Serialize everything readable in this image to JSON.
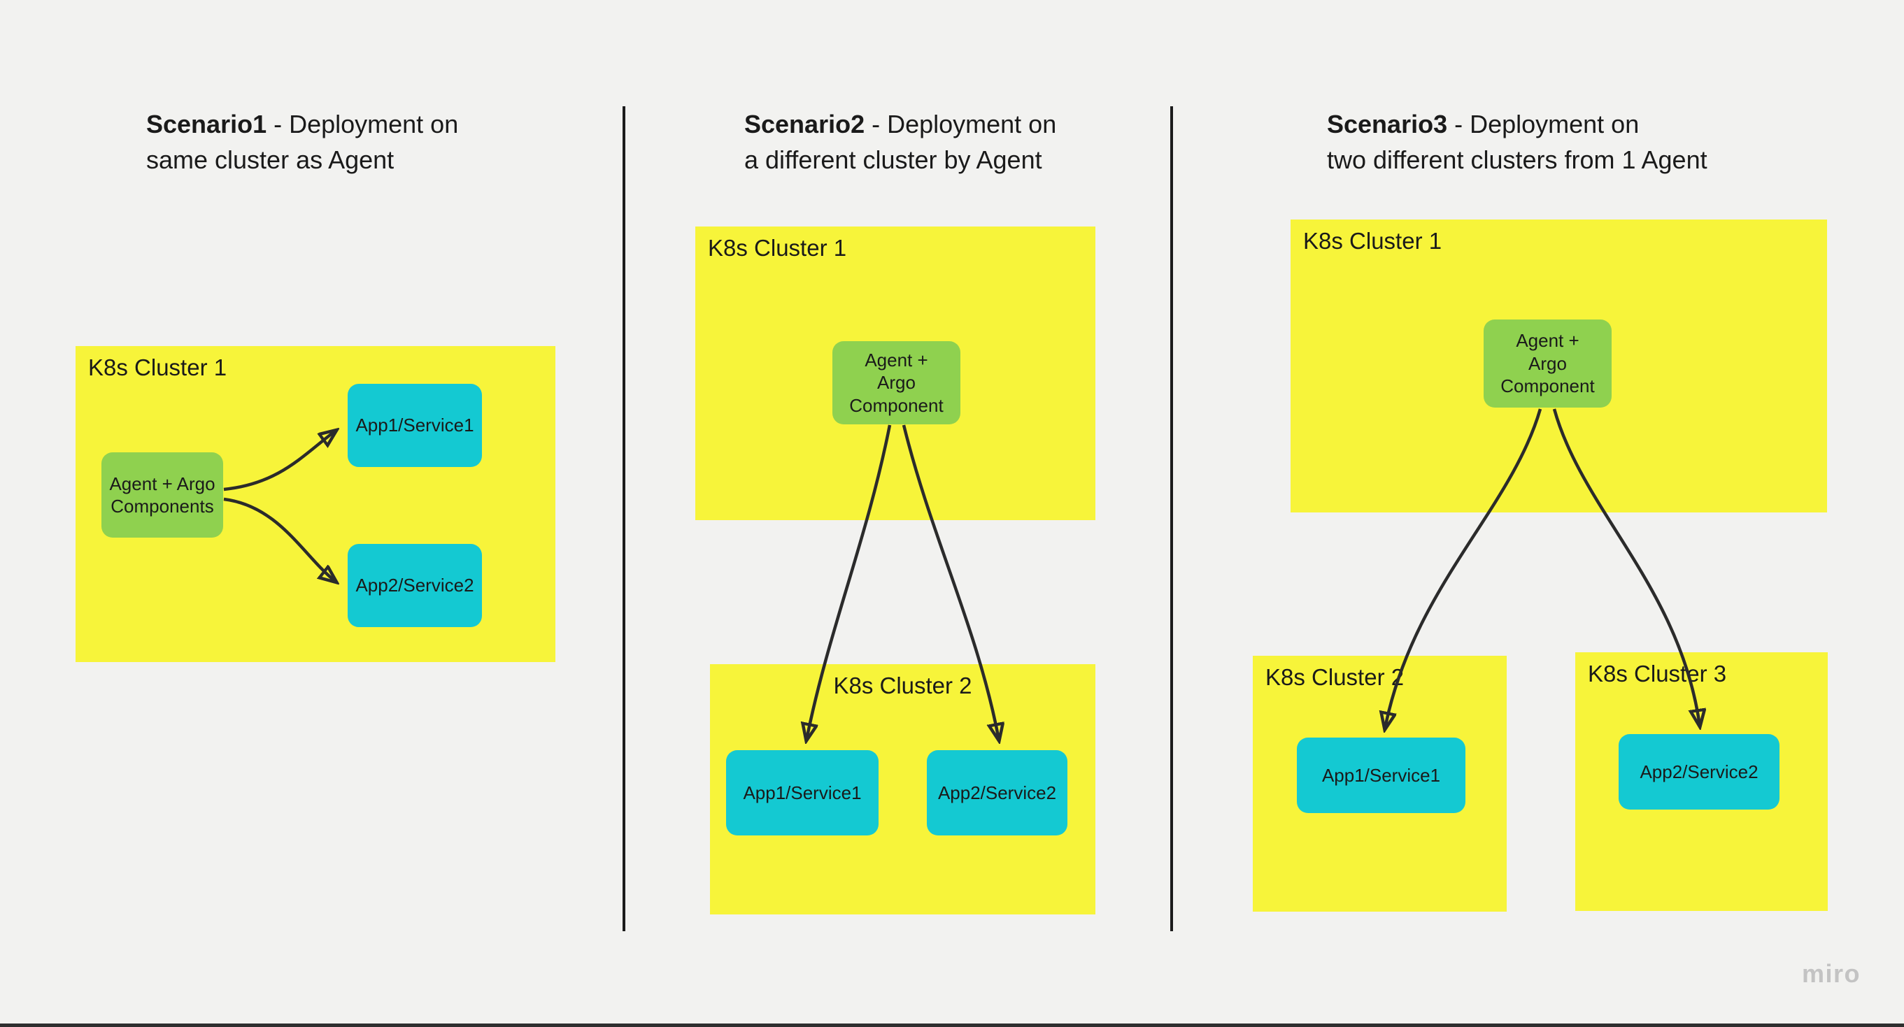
{
  "colors": {
    "background": "#f2f2f0",
    "cluster_fill": "#f7f43a",
    "agent_fill": "#8fd14f",
    "app_fill": "#14c9d2",
    "arrow": "#2b2b2b",
    "divider": "#1c1c1c",
    "text": "#1a1a1a",
    "watermark": "#c3c3c3"
  },
  "watermark": "miro",
  "scenarios": [
    {
      "title_bold": "Scenario1",
      "title_line1_rest": " - Deployment on",
      "title_line2": "same cluster as Agent",
      "clusters": [
        {
          "label": "K8s Cluster 1",
          "agent_label": "Agent + Argo\nComponents",
          "apps": [
            "App1/Service1",
            "App2/Service2"
          ]
        }
      ]
    },
    {
      "title_bold": "Scenario2",
      "title_line1_rest": " - Deployment on",
      "title_line2": "a different cluster by Agent",
      "clusters": [
        {
          "label": "K8s Cluster 1",
          "agent_label": "Agent +\nArgo\nComponent"
        },
        {
          "label": "K8s Cluster 2",
          "apps": [
            "App1/Service1",
            "App2/Service2"
          ]
        }
      ]
    },
    {
      "title_bold": "Scenario3",
      "title_line1_rest": " - Deployment on",
      "title_line2": "two different clusters from 1 Agent",
      "clusters": [
        {
          "label": "K8s Cluster 1",
          "agent_label": "Agent +\nArgo\nComponent"
        },
        {
          "label": "K8s Cluster 2",
          "apps": [
            "App1/Service1"
          ]
        },
        {
          "label": "K8s Cluster 3",
          "apps": [
            "App2/Service2"
          ]
        }
      ]
    }
  ]
}
